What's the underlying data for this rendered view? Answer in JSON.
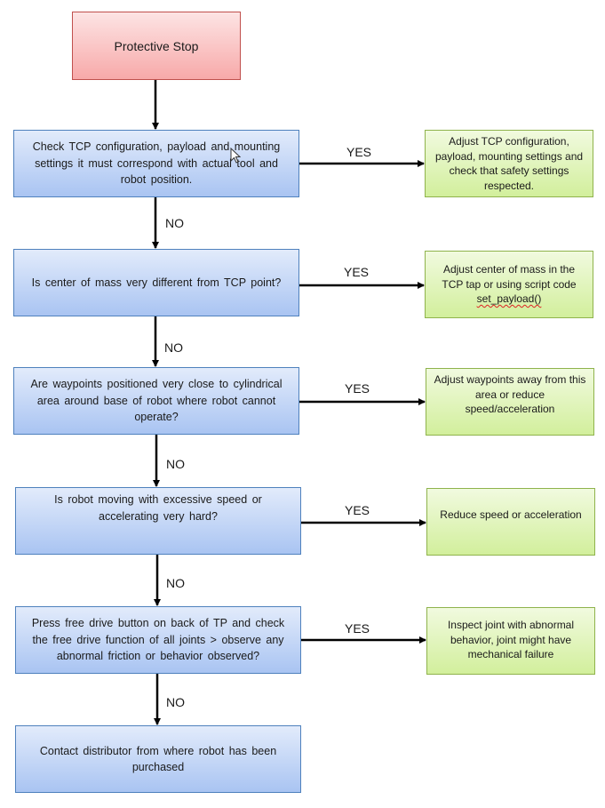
{
  "diagram": {
    "start": {
      "label": "Protective Stop"
    },
    "decisions": [
      {
        "id": "d1",
        "text": "Check TCP configuration, payload and mounting settings it must correspond with actual tool and robot position."
      },
      {
        "id": "d2",
        "text": "Is center of mass very different from TCP point?"
      },
      {
        "id": "d3",
        "text": "Are waypoints positioned very close to cylindrical area around base of robot where robot cannot operate?"
      },
      {
        "id": "d4",
        "text": "Is robot moving with excessive speed or accelerating very hard?"
      },
      {
        "id": "d5",
        "text": "Press free drive button on back of TP and check the free drive function of all joints > observe any abnormal friction or behavior observed?"
      },
      {
        "id": "d6",
        "text": "Contact distributor from where robot has been purchased"
      }
    ],
    "actions": [
      {
        "id": "a1",
        "text": "Adjust TCP configuration, payload, mounting settings and check that safety settings respected."
      },
      {
        "id": "a2",
        "text_main": "Adjust center of mass in the TCP tap or using script code",
        "text_code": "set_payload()"
      },
      {
        "id": "a3",
        "text": "Adjust waypoints away from this area or reduce speed/acceleration"
      },
      {
        "id": "a4",
        "text": "Reduce speed or acceleration"
      },
      {
        "id": "a5",
        "text": "Inspect joint with abnormal behavior, joint might have mechanical failure"
      }
    ],
    "labels": {
      "yes": "YES",
      "no": "NO"
    },
    "colors": {
      "start_fill": "#f7a9a9",
      "start_border": "#c0504d",
      "decision_fill": "#a9c4f2",
      "decision_border": "#4f81bd",
      "action_fill": "#d2ef9c",
      "action_border": "#8fb34c",
      "arrow": "#000000"
    }
  }
}
